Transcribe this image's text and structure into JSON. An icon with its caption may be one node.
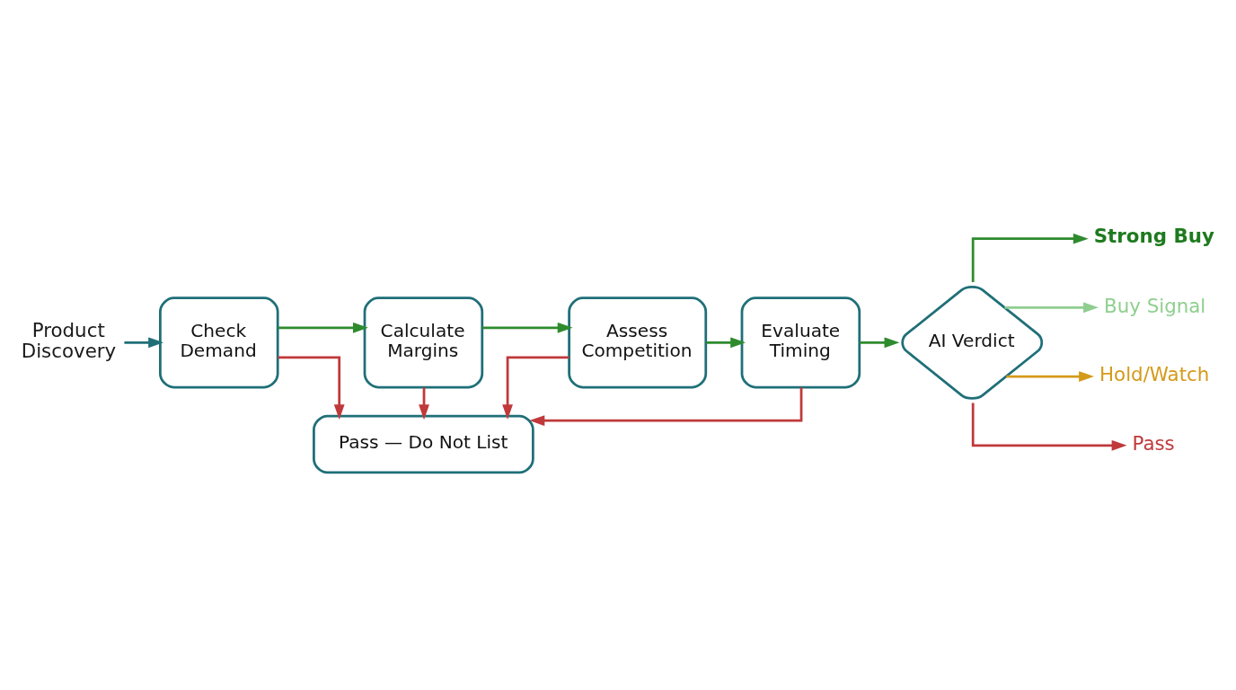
{
  "diagram": {
    "nodes": [
      {
        "text": [
          "Product Discovery"
        ]
      },
      {
        "text": [
          "Check Demand"
        ]
      },
      {
        "text": [
          "Calculate Margins"
        ]
      },
      {
        "text": [
          "Assess Competition"
        ]
      },
      {
        "text": [
          "Evaluate Timing"
        ]
      },
      {
        "text": [
          "Pass — Do Not List"
        ]
      },
      {
        "text": [
          "AI Verdict"
        ]
      },
      {
        "text": [
          "Strong Buy"
        ]
      },
      {
        "text": [
          "Buy Signal"
        ]
      },
      {
        "text": [
          "Hold/Watch"
        ]
      },
      {
        "text": [
          "Pass"
        ]
      }
    ],
    "edges": [
      {
        "from": 0,
        "to": 1,
        "arrow": "to",
        "color": "#1f6f78"
      },
      {
        "from": 1,
        "to": 2,
        "arrow": "to",
        "color": "#2e8b2e"
      },
      {
        "from": 2,
        "to": 3,
        "arrow": "to",
        "color": "#2e8b2e"
      },
      {
        "from": 3,
        "to": 4,
        "arrow": "to",
        "color": "#2e8b2e"
      },
      {
        "from": 4,
        "to": 6,
        "arrow": "to",
        "color": "#2e8b2e"
      },
      {
        "from": 1,
        "to": 5,
        "arrow": "to",
        "color": "#c0393b"
      },
      {
        "from": 2,
        "to": 5,
        "arrow": "to",
        "color": "#c0393b"
      },
      {
        "from": 3,
        "to": 5,
        "arrow": "to",
        "color": "#c0393b"
      },
      {
        "from": 4,
        "to": 5,
        "arrow": "to",
        "color": "#c0393b"
      },
      {
        "from": 6,
        "to": 7,
        "arrow": "to",
        "color": "#2e8b2e"
      },
      {
        "from": 6,
        "to": 8,
        "arrow": "to",
        "color": "#8fce8f"
      },
      {
        "from": 6,
        "to": 9,
        "arrow": "to",
        "color": "#d49a1a"
      },
      {
        "from": 6,
        "to": 10,
        "arrow": "to",
        "color": "#c0393b"
      }
    ]
  }
}
